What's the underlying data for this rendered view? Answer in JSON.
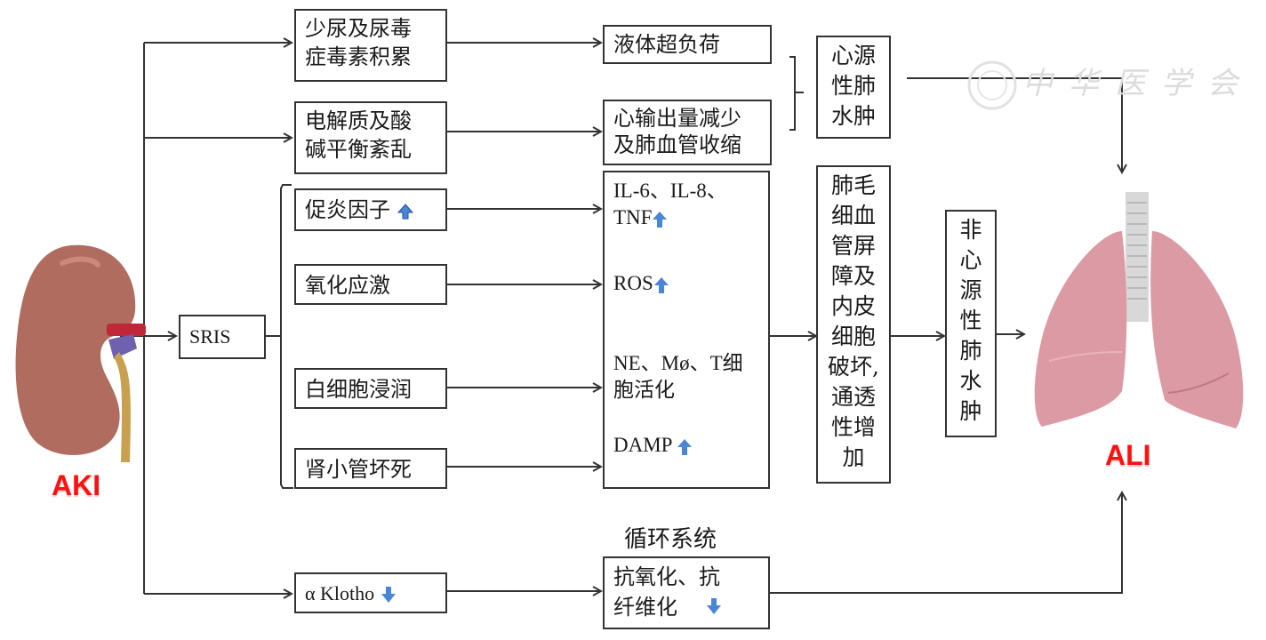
{
  "labels": {
    "source": "AKI",
    "target": "ALI",
    "circulation_caption": "循环系统",
    "watermark": "中华医学会"
  },
  "colors": {
    "arrow_blue": "#4a86d8",
    "label_red": "#ff1010",
    "kidney": "#b06c5e",
    "lung": "#e0a0a8"
  },
  "nodes": {
    "oliguria": "少尿及尿毒\n症毒素积累",
    "electrolyte": "电解质及酸\n碱平衡紊乱",
    "fluid_overload": "液体超负荷",
    "cardiac_output": "心输出量减少\n及肺血管收缩",
    "cardiogenic_edema": "心源\n性肺\n水肿",
    "sris": "SRIS",
    "proinflammatory": "促炎因子",
    "oxidative_stress": "氧化应激",
    "leukocyte": "白细胞浸润",
    "tubular_necrosis": "肾小管坏死",
    "cytokines_line1": "IL-6、IL-8、",
    "cytokines_line2": "TNF",
    "ros": "ROS",
    "cell_activation": "NE、Mø、T细\n胞活化",
    "damp": "DAMP",
    "barrier_damage": "肺毛\n细血\n管屏\n障及\n内皮\n细胞\n破坏,\n通透\n性增\n加",
    "noncardiogenic_edema": "非\n心\n源\n性\n肺\n水\n肿",
    "klotho": "α Klotho",
    "antioxidation": "抗氧化、抗\n纤维化"
  },
  "indicators": {
    "proinflammatory": "up",
    "cytokines": "up",
    "ros": "up",
    "damp": "up",
    "klotho": "down",
    "antioxidation": "down"
  }
}
